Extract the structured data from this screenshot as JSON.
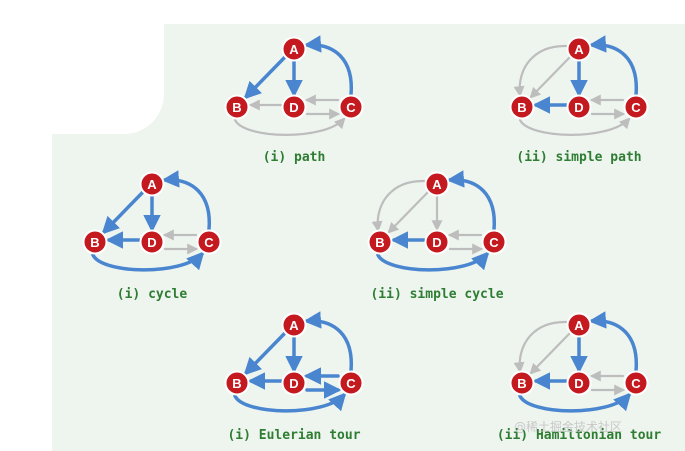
{
  "colors": {
    "blue": "#4a86cf",
    "gray": "#bdbdbd",
    "node_fill": "#c41a1f",
    "node_stroke": "#ffffff",
    "caption": "#2e7d32",
    "panel_bg": "#eef5ef"
  },
  "node_labels": {
    "A": "A",
    "B": "B",
    "C": "C",
    "D": "D"
  },
  "diagrams": [
    {
      "id": "path",
      "caption": "(i) path",
      "blue": [
        "A-B",
        "A-D",
        "C-A"
      ]
    },
    {
      "id": "simple-path",
      "caption": "(ii) simple path",
      "blue": [
        "A-D",
        "C-A",
        "D-B"
      ]
    },
    {
      "id": "cycle",
      "caption": "(i) cycle",
      "blue": [
        "A-B",
        "A-D",
        "C-A",
        "D-B",
        "B-C"
      ]
    },
    {
      "id": "simple-cycle",
      "caption": "(ii) simple cycle",
      "blue": [
        "C-A",
        "D-B",
        "B-C"
      ]
    },
    {
      "id": "eulerian-tour",
      "caption": "(i) Eulerian tour",
      "blue": [
        "A-B",
        "A-D",
        "C-A",
        "D-B",
        "B-C",
        "C-D",
        "D-C"
      ]
    },
    {
      "id": "hamiltonian-tour",
      "caption": "(ii) Hamiltonian tour",
      "blue": [
        "C-A",
        "A-D",
        "D-B",
        "B-C"
      ]
    }
  ],
  "edges": [
    "A-B",
    "A-D",
    "C-A",
    "D-B",
    "C-D",
    "D-C",
    "B-C"
  ],
  "watermark": "@稀土掘金技术社区"
}
